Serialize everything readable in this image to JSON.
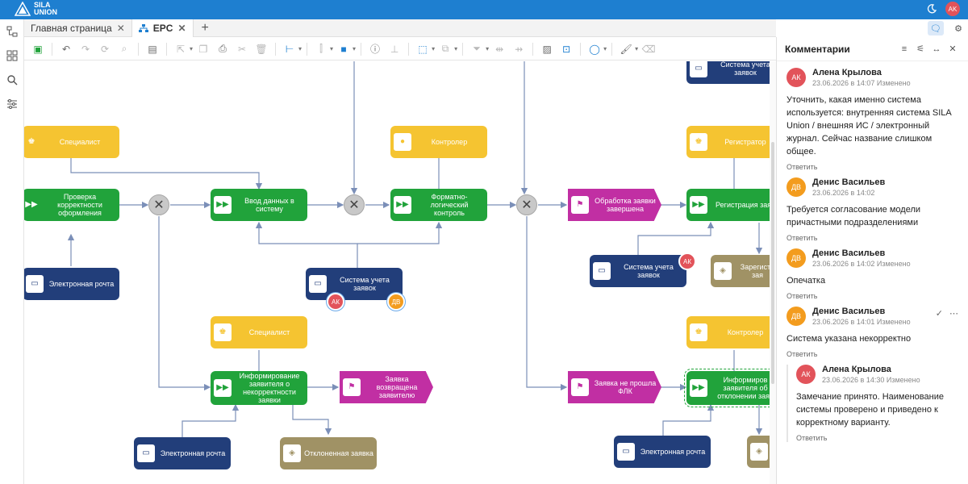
{
  "app": {
    "logo_line1": "SILA",
    "logo_line2": "UNION",
    "user_initials": "AK"
  },
  "tabs": [
    {
      "label": "Главная страница",
      "active": false
    },
    {
      "label": "EPC",
      "active": true
    }
  ],
  "diagram": {
    "nodes": {
      "spec1": "Специалист",
      "check": "Проверка корректности оформления",
      "email1": "Электронная рочта",
      "input": "Ввод данных в систему",
      "controller1": "Контролер",
      "format": "Форматно-логический контроль",
      "sys1": "Система учета заявок",
      "spec2": "Специалист",
      "inform": "Информирование заявителя о некорректности заявки",
      "returned": "Заявка возвращена заявителю",
      "email2": "Электронная рочта",
      "rejected": "Отклоненная заявка",
      "processed": "Обработка заявки завершена",
      "registrar": "Регистратор",
      "register": "Регистрация заяв",
      "sys_top": "Система учета заявок",
      "sys2": "Система учета заявок",
      "registered": "Зарегистр зая",
      "controller2": "Контролер",
      "notpassed": "Заявка не прошла ФЛК",
      "inform2": "Информиров заявителя об отклонении заяв",
      "email3": "Электронная рочта"
    },
    "pins": {
      "ak": "АК",
      "dv": "ДВ"
    }
  },
  "comments_panel": {
    "title": "Комментарии",
    "items": [
      {
        "initials": "АК",
        "author": "Алена Крылова",
        "meta": "23.06.2026 в 14:07 Изменено",
        "text": "Уточнить, какая именно система используется: внутренняя система SILA Union / внешняя ИС / электронный журнал. Сейчас название слишком общее.",
        "reply": "Ответить"
      },
      {
        "initials": "ДВ",
        "author": "Денис Васильев",
        "meta": "23.06.2026 в 14:02",
        "text": "Требуется согласование модели причастными подразделениями",
        "reply": "Ответить"
      },
      {
        "initials": "ДВ",
        "author": "Денис Васильев",
        "meta": "23.06.2026 в 14:02 Изменено",
        "text": "Опечатка",
        "reply": "Ответить"
      },
      {
        "initials": "ДВ",
        "author": "Денис Васильев",
        "meta": "23.06.2026 в 14:01 Изменено",
        "text": "Система указана некорректно",
        "reply": "Ответить"
      }
    ],
    "nested_reply": {
      "initials": "АК",
      "author": "Алена Крылова",
      "meta": "23.06.2026 в 14:30 Изменено",
      "text": "Замечание принято. Наименование системы проверено и приведено к корректному варианту.",
      "reply": "Ответить"
    }
  }
}
